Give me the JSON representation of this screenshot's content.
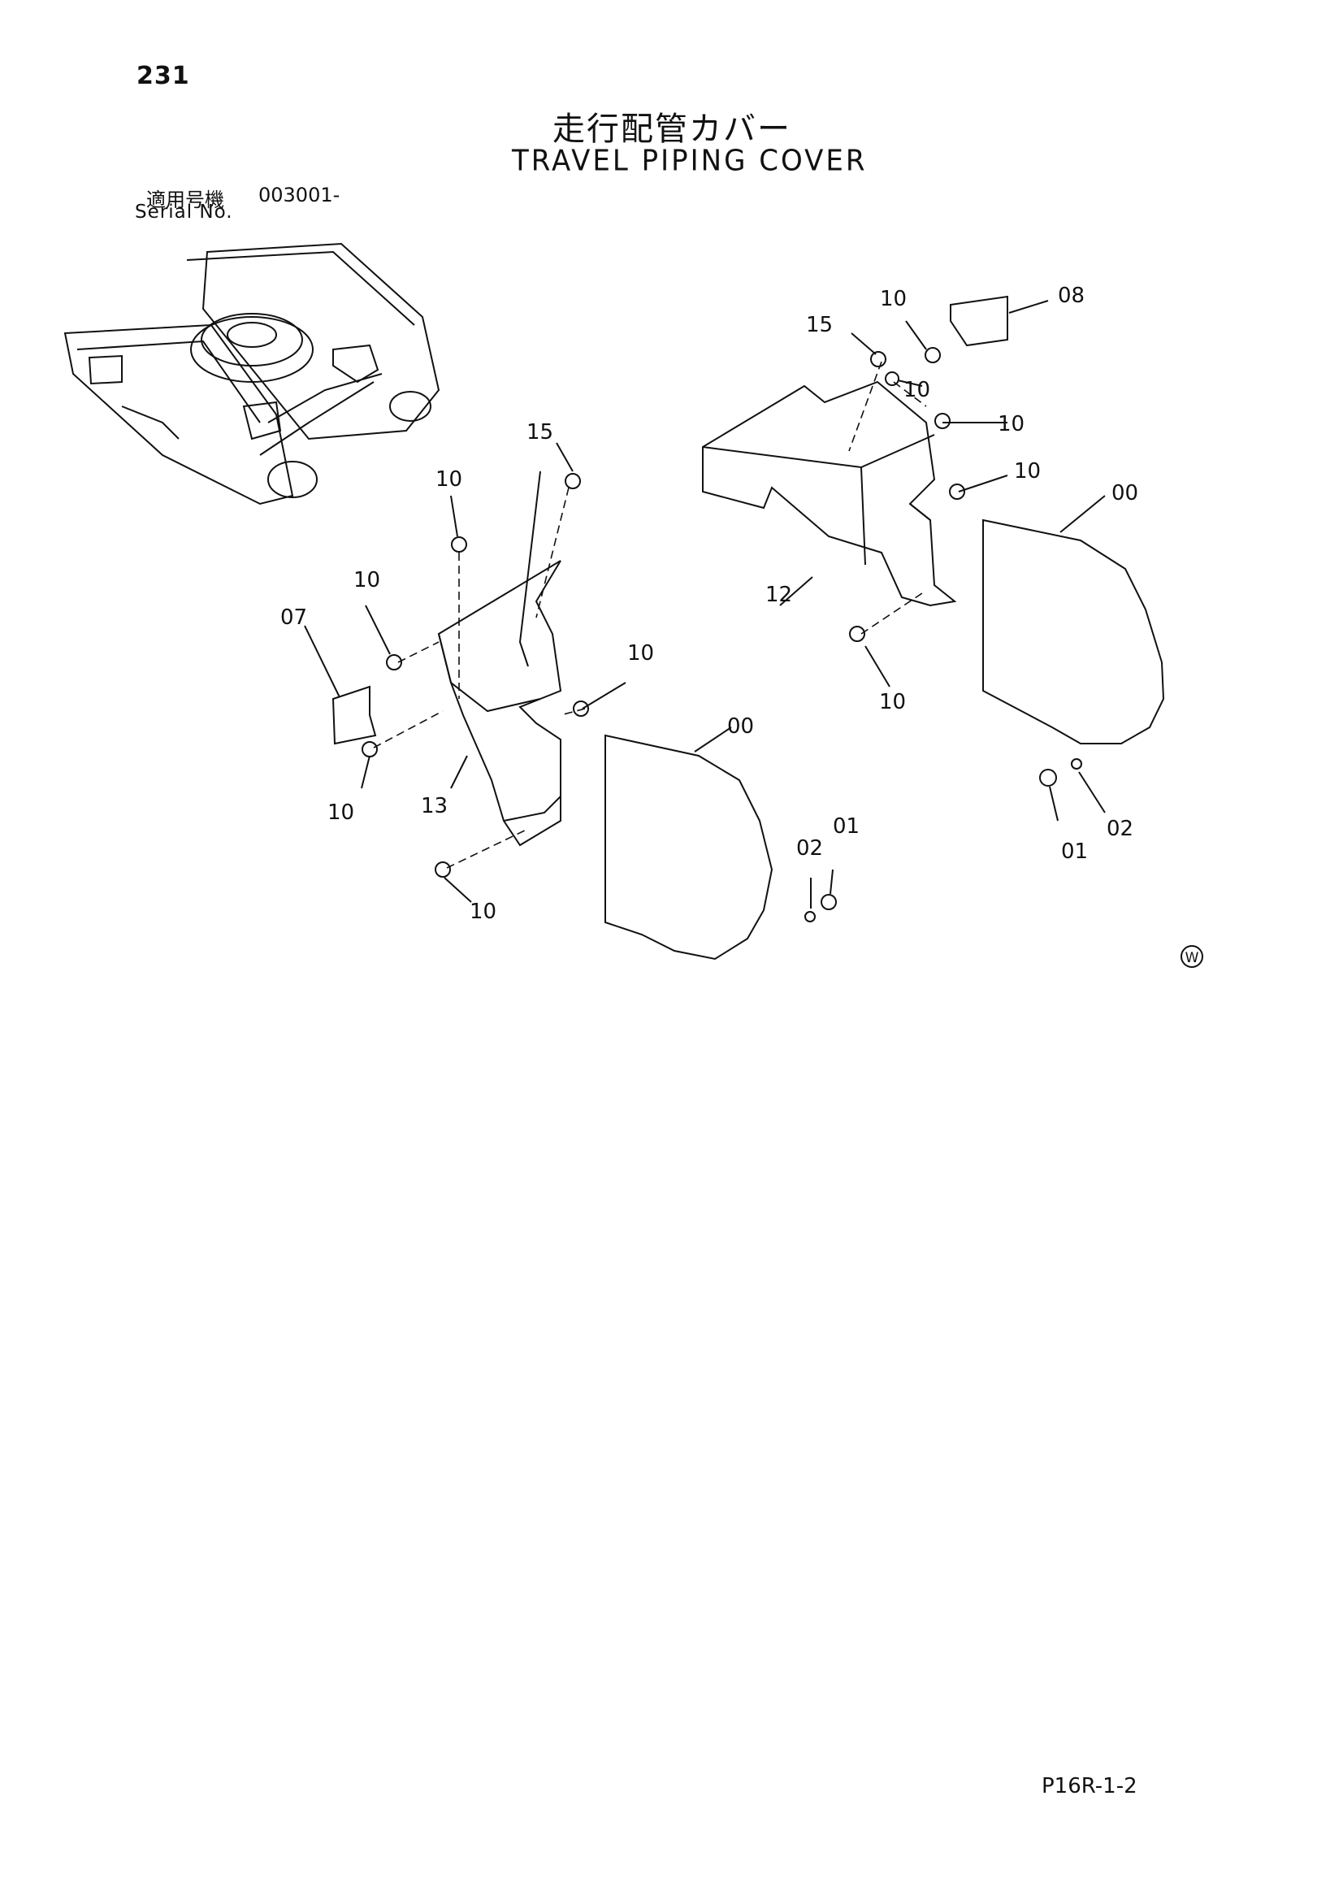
{
  "page": {
    "number": "231",
    "title_jp": "走行配管カバー",
    "title_en": "TRAVEL PIPING COVER",
    "serial_label_jp": "適用号機",
    "serial_value": "003001-",
    "serial_label_en": "Serial No.",
    "mark": "W",
    "footer_code": "P16R-1-2"
  },
  "callouts": {
    "c10_top_a": "10",
    "c08": "08",
    "c15_right": "15",
    "c10_right_a": "10",
    "c10_right_b": "10",
    "c10_right_c": "10",
    "c00_right": "00",
    "c12": "12",
    "c10_right_d": "10",
    "c01_right": "01",
    "c02_right": "02",
    "c15_left": "15",
    "c10_left_top": "10",
    "c10_left_b": "10",
    "c07": "07",
    "c10_left_c": "10",
    "c10_left_d": "10",
    "c13": "13",
    "c10_left_e": "10",
    "c00_left": "00",
    "c02_left": "02",
    "c01_left": "01"
  }
}
